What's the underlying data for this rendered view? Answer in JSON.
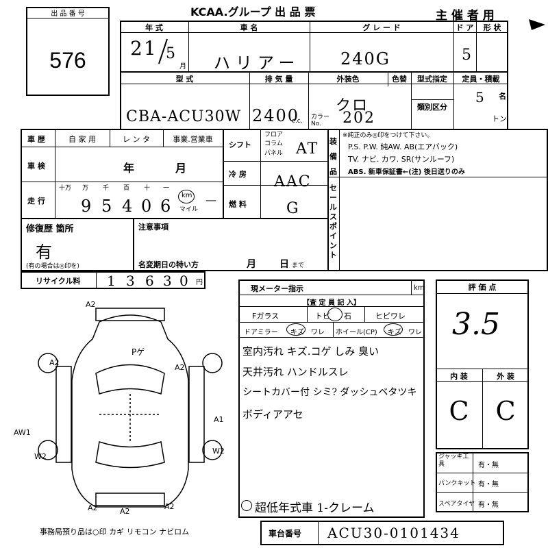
{
  "header": {
    "lot_label": "出 品 番 号",
    "lot_number": "576",
    "title": "KCAA.グループ 出 品 票",
    "organizer": "主 催 者 用"
  },
  "row1": {
    "year_label": "年  式",
    "year": "21",
    "month": "5",
    "month_unit": "月",
    "name_label": "車    名",
    "name": "ハリアー",
    "grade_label": "グ レ ー ド",
    "grade": "240G",
    "doors_label": "ド ア",
    "doors": "5",
    "body_label": "形 状"
  },
  "row2": {
    "model_label": "型    式",
    "model": "CBA-ACU30W",
    "disp_label": "排 気 量",
    "disp": "2400",
    "disp_unit": "c.c.",
    "color_label": "外装色",
    "color": "クロ",
    "repaint_label": "色替",
    "color_no_label": "カラー No.",
    "color_no": "202",
    "type_spec_label": "型式指定",
    "category_label": "類別区分",
    "capacity_label": "定員・積載",
    "capacity": "5",
    "capacity_unit": "名",
    "load_unit": "トン"
  },
  "history": {
    "label": "車 歴",
    "opt1": "自 家 用",
    "opt2": "レ ン タ",
    "opt3": "事業.営業車",
    "inspection_label": "車 検",
    "insp_year": "年",
    "insp_month": "月",
    "mileage_label": "走 行",
    "digit_labels": [
      "十万",
      "万",
      "千",
      "百",
      "十",
      "一"
    ],
    "mileage_digits": [
      "9",
      "5",
      "4",
      "0",
      "6"
    ],
    "km_label": "km",
    "mile_label": "マイル",
    "mile_mark": "—"
  },
  "shift": {
    "label": "シフト",
    "opts": [
      "フロア",
      "コラム",
      "パネル"
    ],
    "value": "AT",
    "ac_label": "冷 房",
    "ac_value": "AAC",
    "fuel_label": "燃 料",
    "fuel_value": "G"
  },
  "equipment": {
    "label": "装備品",
    "note": "※純正のみ◎印をつけて下さい。",
    "line1": "P.S. P.W. 純AW. AB(エアバック)",
    "line2": "TV. ナビ. カワ. SR(サンルーフ)",
    "line3": "ABS. 新車保証書←(注) 後日送りのみ",
    "sales_point_label": "セールスポイント"
  },
  "repair": {
    "label": "修復歴 箇所",
    "value": "有",
    "note": "(有の場合は◎印を)"
  },
  "notes": {
    "label": "注意事項",
    "due_label": "名変期日の特い方",
    "due_month": "月",
    "due_day": "日",
    "due_suffix": "まで"
  },
  "recycle": {
    "label": "リサイクル料",
    "digits": [
      "1",
      "3",
      "6",
      "3",
      "0"
    ],
    "unit": "円"
  },
  "diagram": {
    "marks": [
      "A2",
      "A2",
      "A2",
      "A1",
      "AW1",
      "W2",
      "W2",
      "A2",
      "A2",
      "A2",
      "Pゲ"
    ],
    "footer": "事務局預り品は○印  カギ リモコン ナビロム"
  },
  "inspection": {
    "meter_label": "現メーター指示",
    "meter_unit": "km",
    "inspector_label": "【査 定 員 記 入】",
    "glass_label": "Fガラス",
    "glass_opts": [
      "トビ",
      "石",
      "ヒビワレ"
    ],
    "mirror_label": "ドアミラー",
    "mirror_opts": [
      "キズ",
      "ワレ"
    ],
    "wheel_label": "ホイール(CP)",
    "wheel_opts": [
      "キズ",
      "ワレ"
    ],
    "comments": [
      "室内汚れ キズ.コゲ しみ 臭い",
      "天井汚れ ハンドルスレ",
      "シートカバー付 シミ? ダッシュベタツキ",
      "ボディアアセ"
    ],
    "footnote": "超低年式車 1-クレーム",
    "chassis_label": "車台番号",
    "chassis": "ACU30-0101434"
  },
  "grade_box": {
    "score_label": "評 価 点",
    "score": "3.5",
    "interior_label": "内 装",
    "exterior_label": "外 装",
    "interior": "C",
    "exterior": "C"
  },
  "tools": {
    "jack_label": "ジャッキ工具",
    "puncture_label": "パンクキット",
    "spare_label": "スペアタイヤ",
    "value": "有・無"
  }
}
